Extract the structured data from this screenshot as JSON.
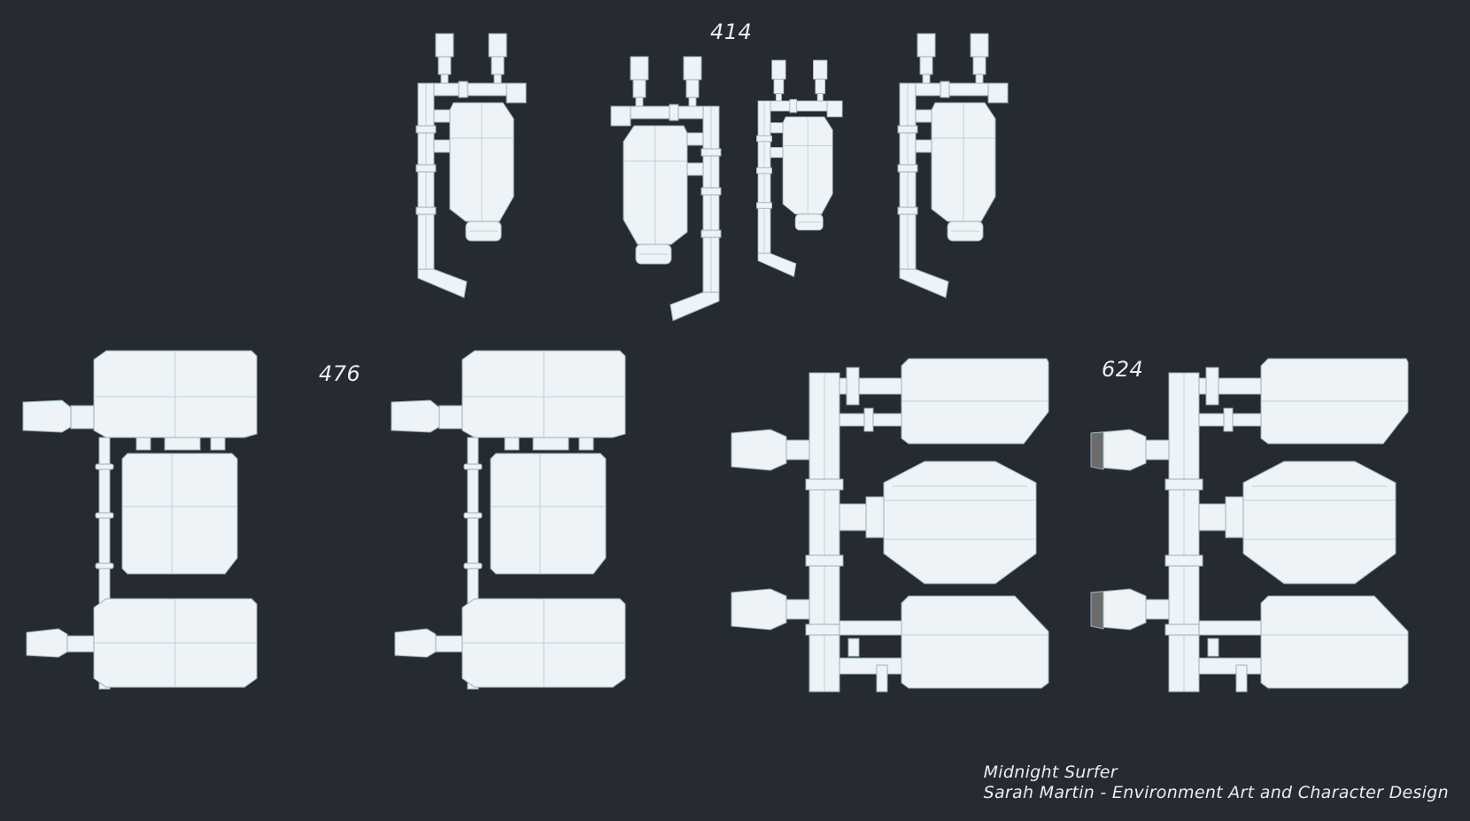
{
  "colors": {
    "background": "#262a31",
    "model": "#edf3f6",
    "wire": "#9ab0ba",
    "text": "#e9eef2"
  },
  "labels": {
    "set_414": "414",
    "set_476": "476",
    "set_624": "624"
  },
  "credits": {
    "project": "Midnight Surfer",
    "author": "Sarah Martin - Environment Art and Character Design"
  }
}
